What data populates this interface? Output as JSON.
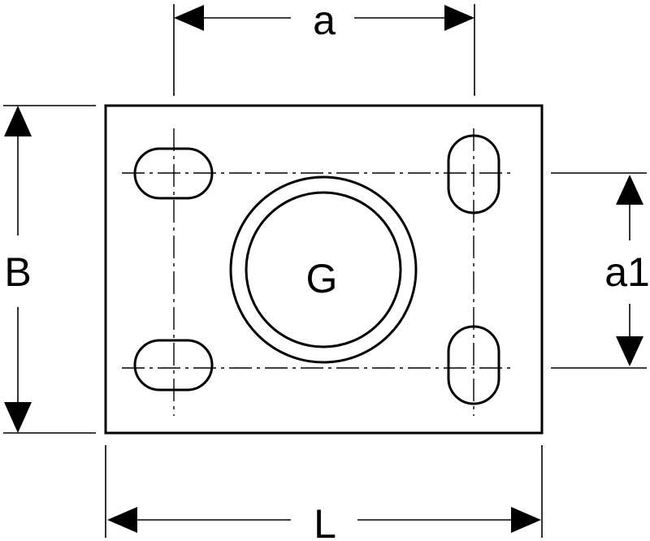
{
  "diagram": {
    "dimensions": {
      "width_label": "a",
      "height_label": "B",
      "slot_spacing_label": "a1",
      "length_label": "L"
    },
    "center_label": "G",
    "colors": {
      "line": "#000000",
      "background": "#ffffff"
    }
  }
}
